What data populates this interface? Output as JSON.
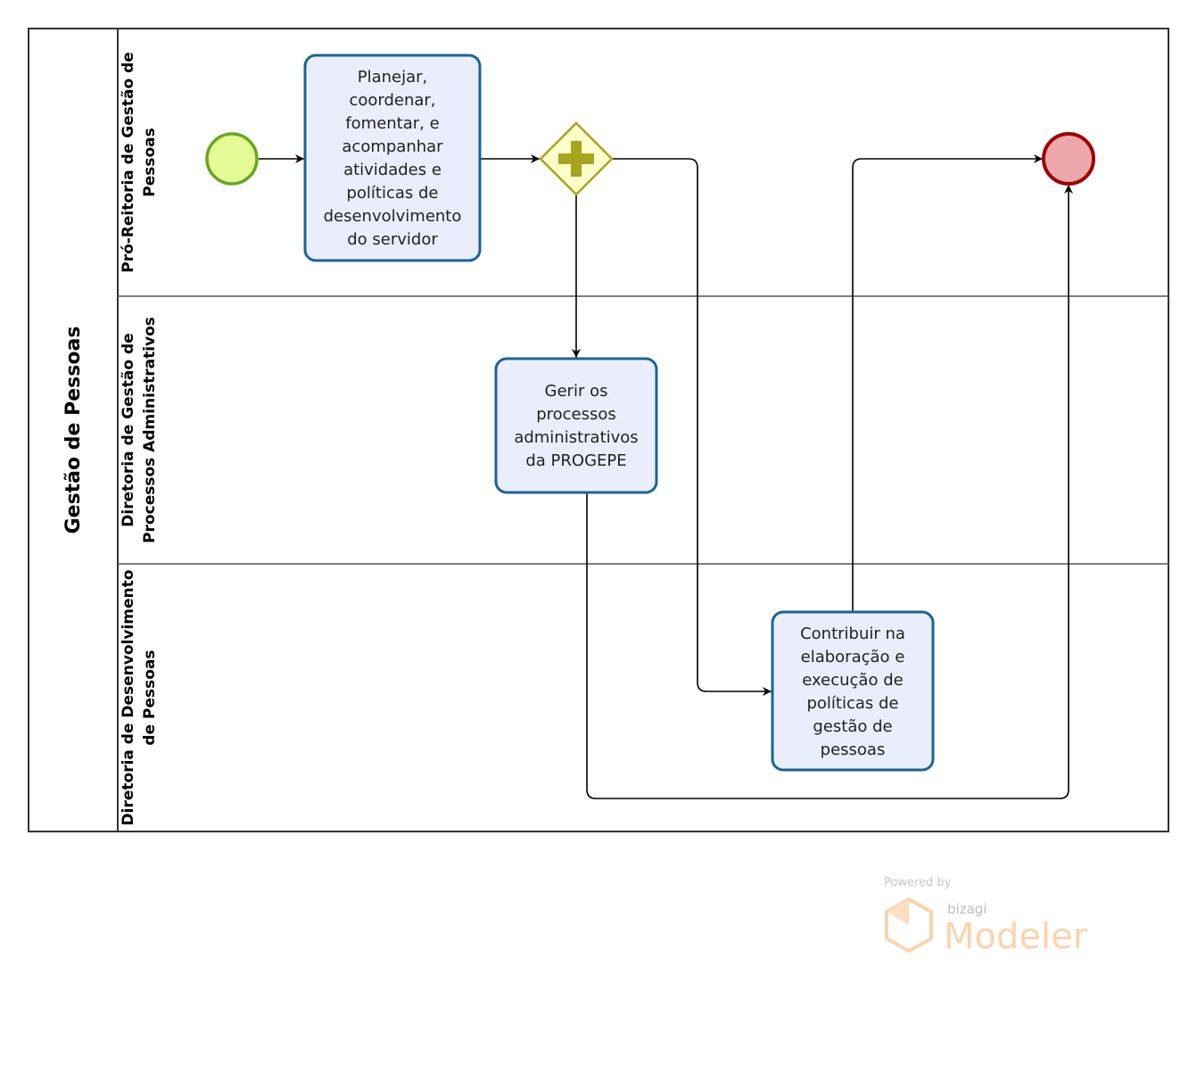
{
  "pool": {
    "title": "Gestão de Pessoas"
  },
  "lanes": [
    {
      "lines": [
        "Pró-Reitoria de Gestão de",
        "Pessoas"
      ]
    },
    {
      "lines": [
        "Diretoria de Gestão de",
        "Processos Administrativos"
      ]
    },
    {
      "lines": [
        "Diretoria de Desenvolvimento",
        "de Pessoas"
      ]
    }
  ],
  "tasks": [
    {
      "lines": [
        "Planejar,",
        "coordenar,",
        "fomentar, e",
        "acompanhar",
        "atividades e",
        "políticas de",
        "desenvolvimento",
        "do servidor"
      ]
    },
    {
      "lines": [
        "Gerir os",
        "processos",
        "administrativos",
        "da PROGEPE"
      ]
    },
    {
      "lines": [
        "Contribuir na",
        "elaboração e",
        "execução de",
        "políticas de",
        "gestão de",
        "pessoas"
      ]
    }
  ],
  "gateway": {
    "type": "parallel",
    "icon": "plus-icon"
  },
  "colors": {
    "task_fill": "#eaeefc",
    "task_stroke": "#1a6496",
    "start_fill": "#e4fb97",
    "start_stroke": "#6aa51e",
    "end_fill": "#eca8aa",
    "end_stroke": "#a00000",
    "gateway_fill": "#fdfccb",
    "gateway_stroke": "#a6a51e"
  },
  "watermark": {
    "powered_by": "Powered by",
    "brand": "bizagi",
    "product": "Modeler"
  }
}
